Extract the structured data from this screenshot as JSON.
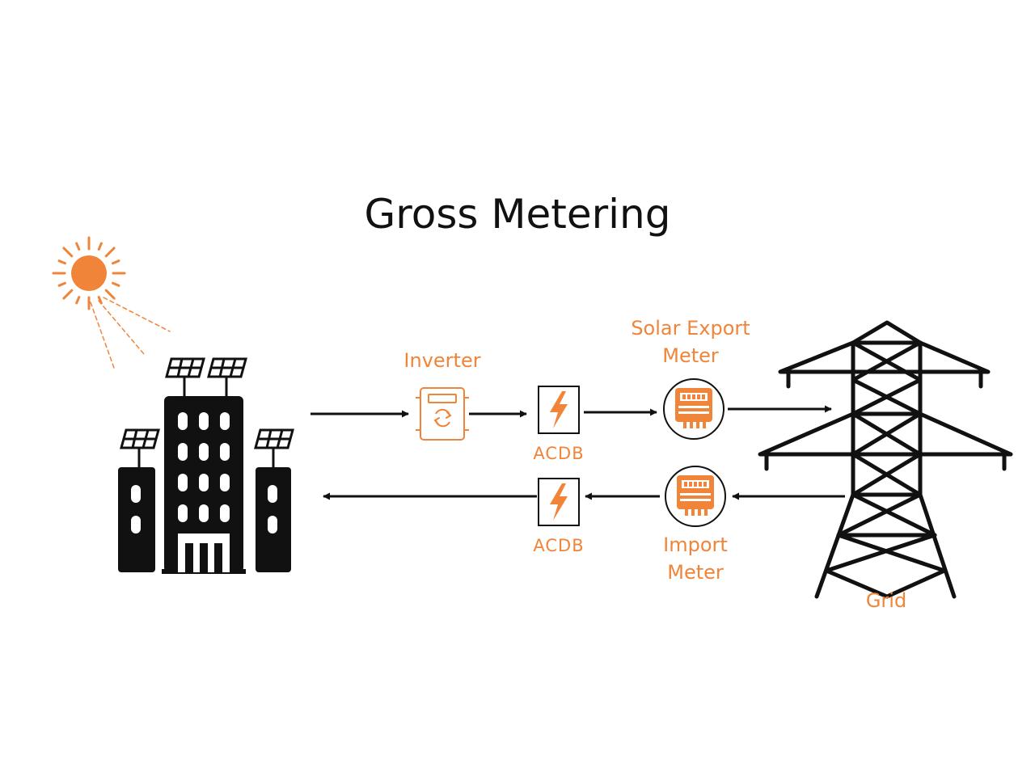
{
  "title": "Gross Metering",
  "labels": {
    "inverter": "Inverter",
    "acdb_top": "ACDB",
    "acdb_bottom": "ACDB",
    "export_meter_line1": "Solar Export",
    "export_meter_line2": "Meter",
    "import_meter_line1": "Import",
    "import_meter_line2": "Meter",
    "grid": "Grid"
  },
  "colors": {
    "accent": "#f0853a",
    "ink": "#111111",
    "background": "#ffffff"
  },
  "icons": {
    "sun": "sun-icon",
    "building": "building-with-solar-panels-icon",
    "inverter": "inverter-icon",
    "acdb": "lightning-box-icon",
    "meter": "energy-meter-icon",
    "tower": "transmission-tower-icon"
  }
}
